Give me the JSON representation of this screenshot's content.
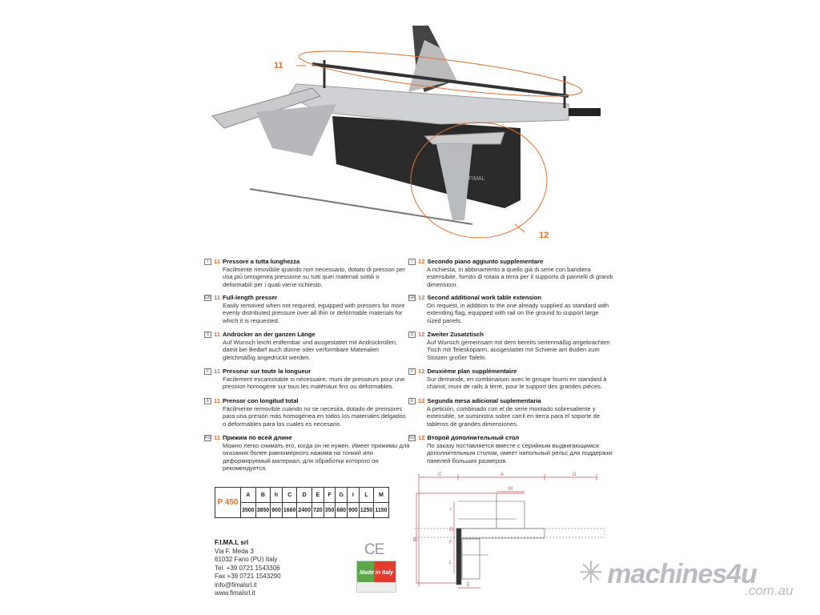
{
  "callouts": {
    "a": "11",
    "b": "12"
  },
  "machine_brand": "FIMAL",
  "left": [
    {
      "lang": "I",
      "num": "11",
      "title": "Pressore a tutta lunghezza",
      "body": "Facilmente rimovibile quando non necessario, dotato di pressori per una più omogenea pressione su tutti quei materiali sottili o deformabili per i quali viene richiesto."
    },
    {
      "lang": "GB",
      "num": "11",
      "title": "Full-length presser",
      "body": "Easily removed when not required, equipped with pressers for more evenly distributed pressure over all thin or deformable materials for which it is requested."
    },
    {
      "lang": "D",
      "num": "11",
      "title": "Andrücker an der ganzen Länge",
      "body": "Auf Wunsch leicht entfernbar und ausgestattet mit Andrückrollen, damit bei Bedarf auch dünne oder verformbare Materialen gleichmäßig angedrückt werden."
    },
    {
      "lang": "F",
      "num": "11",
      "title": "Presseur sur toute la longueur",
      "body": "Facilement escamotable si nécessaire, muni de presseurs pour une pression homogène sur tous les matériaux fins ou déformables."
    },
    {
      "lang": "E",
      "num": "11",
      "title": "Prensor con longitud total",
      "body": "Fácilmente removible cuando no se necesita, dotado de prensores para una presión más homogénea en todos los materiales delgados o deformables para los cuales es necesario."
    },
    {
      "lang": "RU",
      "num": "11",
      "title": "Прижим по всей длине",
      "body": "Можно легко снимать его, когда он не нужен. Имеет прижимы для оказания более равномерного нажима на тонкий или деформируемый материал, для обработки которого он рекомендуется."
    }
  ],
  "right": [
    {
      "lang": "I",
      "num": "12",
      "title": "Secondo piano aggiunto supplementare",
      "body": "A richiesta, in abbinamento a quello già di serie con bandiera estensibile, fornito di rotaia a terra per il supporto di pannelli di grandi dimensioni."
    },
    {
      "lang": "GB",
      "num": "12",
      "title": "Second additional work table extension",
      "body": "On request, in addition to the one already supplied as standard with extending flag, equipped with rail on the ground to support large sized panels."
    },
    {
      "lang": "D",
      "num": "12",
      "title": "Zweiter Zusatztisch",
      "body": "Auf Wunsch gemeinsam mit dem bereits serienmäßig angebrachten Tisch mit Teleskoparm, ausgestattet mit Schiene am Boden zum Stützen großer Tafeln."
    },
    {
      "lang": "F",
      "num": "12",
      "title": "Deuxième plan supplémentaire",
      "body": "Sur demande, en combinaison avec le groupe fourni en standard à chariot, muni de rails à terre, pour le support des grandes pièces."
    },
    {
      "lang": "E",
      "num": "12",
      "title": "Segunda mesa adicional suplementaria",
      "body": "A petición, combinado con el de serie montado sobresaliente y extensible, se suministra sobre carril en tierra para el soporte de tableros de grandes dimensiones."
    },
    {
      "lang": "RU",
      "num": "12",
      "title": "Второй дополнительный стол",
      "body": "По заказу поставляется вместе с серийным выдвигающимся дополнительным столом, имеет напольный рельс для поддержки панелей больших размеров."
    }
  ],
  "table": {
    "model": "P 450",
    "headers": [
      "A",
      "B",
      "h",
      "C",
      "D",
      "E",
      "F",
      "G",
      "I",
      "L",
      "M"
    ],
    "values": [
      "3500",
      "3850",
      "900",
      "1660",
      "2400",
      "720",
      "350",
      "680",
      "900",
      "1250",
      "1150"
    ]
  },
  "company": {
    "name": "F.I.MA.L srl",
    "lines": [
      "Via F. Meda 3",
      "61032 Fano (PU) Italy",
      "Tel. +39 0721 1543306",
      "Fax +39 0721 1543290",
      "info@fimalsrl.it",
      "www.fimalsrl.it"
    ]
  },
  "badges": {
    "ce": "CE",
    "made": "Made",
    "in": "in",
    "italy": "Italy"
  },
  "diagram": {
    "labels": [
      "C",
      "A",
      "D",
      "M",
      "I",
      "G",
      "F",
      "B",
      "L",
      "E"
    ]
  },
  "watermark": {
    "main": "machines4u",
    "sub": ".com.au"
  },
  "colors": {
    "accent": "#e0702a",
    "dim": "#c0505a"
  }
}
